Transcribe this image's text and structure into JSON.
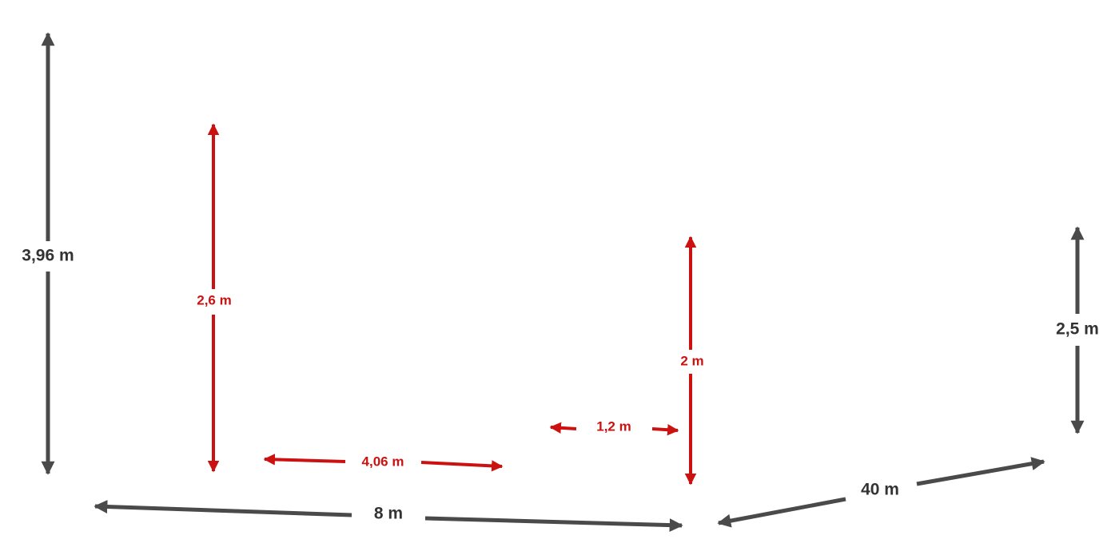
{
  "colors": {
    "major": "#4a4a4a",
    "minor": "#cc1111",
    "background": "#ffffff"
  },
  "dimensions": {
    "total_height": "3,96 m",
    "side_height": "2,5 m",
    "length": "8 m",
    "depth": "40 m",
    "opening_height": "2,6 m",
    "opening_width": "4,06 m",
    "door_height": "2 m",
    "door_width": "1,2 m"
  }
}
